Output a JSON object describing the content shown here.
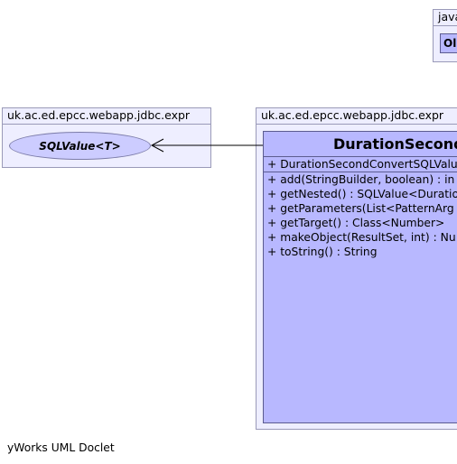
{
  "diagram": {
    "java_package": {
      "name": "java",
      "class_name": "Ol"
    },
    "left_package": {
      "name": "uk.ac.ed.epcc.webapp.jdbc.expr",
      "interface": "SQLValue<T>"
    },
    "right_package": {
      "name": "uk.ac.ed.epcc.webapp.jdbc.expr",
      "class": {
        "title": "DurationSecond",
        "constructors": [
          "+  DurationSecondConvertSQLValu"
        ],
        "methods": [
          "+  add(StringBuilder, boolean) : in",
          "+  getNested() : SQLValue<Duratio",
          "+  getParameters(List<PatternArg",
          "+  getTarget() : Class<Number>",
          "+  makeObject(ResultSet, int) : Nu",
          "+  toString() : String"
        ]
      }
    },
    "footer": "yWorks UML Doclet",
    "colors": {
      "package_fill": "#eeeeff",
      "class_fill": "#b8b8ff",
      "interface_fill": "#ccccff"
    }
  }
}
